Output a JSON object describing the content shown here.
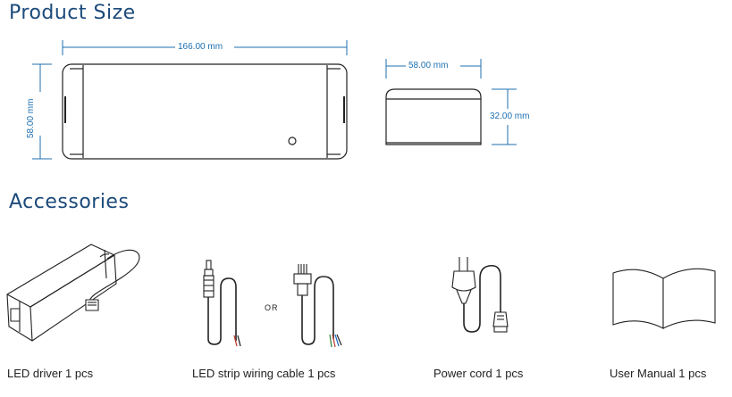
{
  "sections": {
    "product_size": "Product Size",
    "accessories": "Accessories"
  },
  "dimensions": {
    "front_width": "166.00 mm",
    "front_height": "58.00 mm",
    "side_width": "58.00 mm",
    "side_height": "32.00 mm"
  },
  "accessories": {
    "separator": "OR",
    "items": [
      {
        "caption": "LED driver 1 pcs"
      },
      {
        "caption": "LED strip wiring cable 1 pcs"
      },
      {
        "caption": "Power cord 1 pcs"
      },
      {
        "caption": "User Manual  1 pcs"
      }
    ]
  },
  "colors": {
    "heading": "#1c4a7a",
    "dimension": "#1c6fb0",
    "outline": "#222222"
  }
}
